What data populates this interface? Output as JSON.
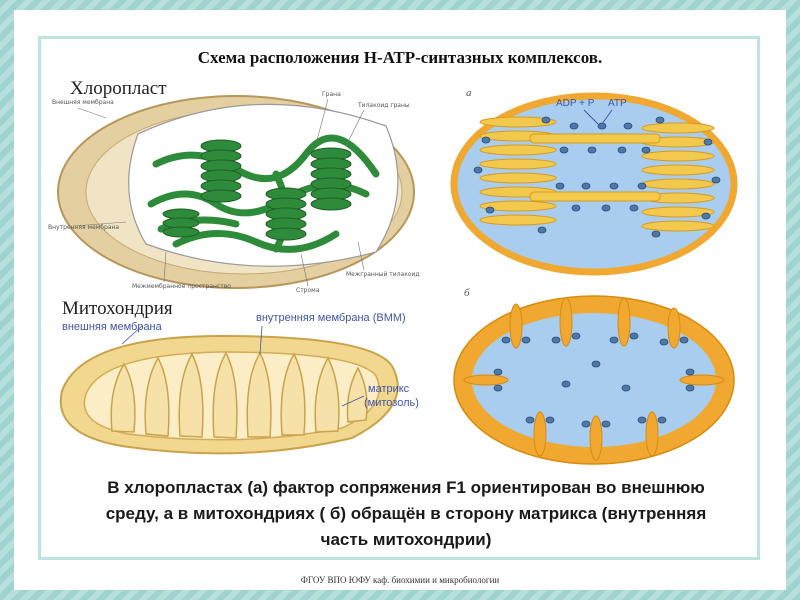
{
  "slide": {
    "title": "Схема расположения Н-АТР-синтазных комплексов.",
    "caption": "В хлоропластах (а) фактор сопряжения F1 ориентирован во внешнюю  среду, а в митохондриях ( б) обращён в сторону матрикса (внутренняя  часть митохондрии)",
    "footer": "ФГОУ ВПО ЮФУ  каф. биохимии и микробиологии"
  },
  "chloroplast": {
    "label": "Хлоропласт",
    "annotations": {
      "outer_membrane": "Внешняя мембрана",
      "grana": "Грана",
      "thylakoid": "Тилакоид граны",
      "inner_membrane": "Внутренняя мембрана",
      "intermembrane": "Межмембранное пространство",
      "stroma": "Строма",
      "intergranal": "Межгранный тилакоид"
    }
  },
  "mitochondrion": {
    "label": "Митохондрия",
    "outer_membrane": "внешняя мембрана",
    "inner_membrane": "внутренняя мембрана (ВММ)",
    "matrix_line1": "матрикс",
    "matrix_line2": "(митозоль)"
  },
  "panel_a": {
    "label": "а",
    "adp": "ADP + P",
    "atp": "ATP"
  },
  "panel_b": {
    "label": "б"
  },
  "colors": {
    "thylakoid_fill": "#f2c94c",
    "stroma_fill": "#a9cdee",
    "membrane_orange": "#f0a830",
    "atp_synthase": "#4e78a8",
    "grana_green": "#2e8b3a",
    "chloroplast_rim": "#d8b878"
  }
}
